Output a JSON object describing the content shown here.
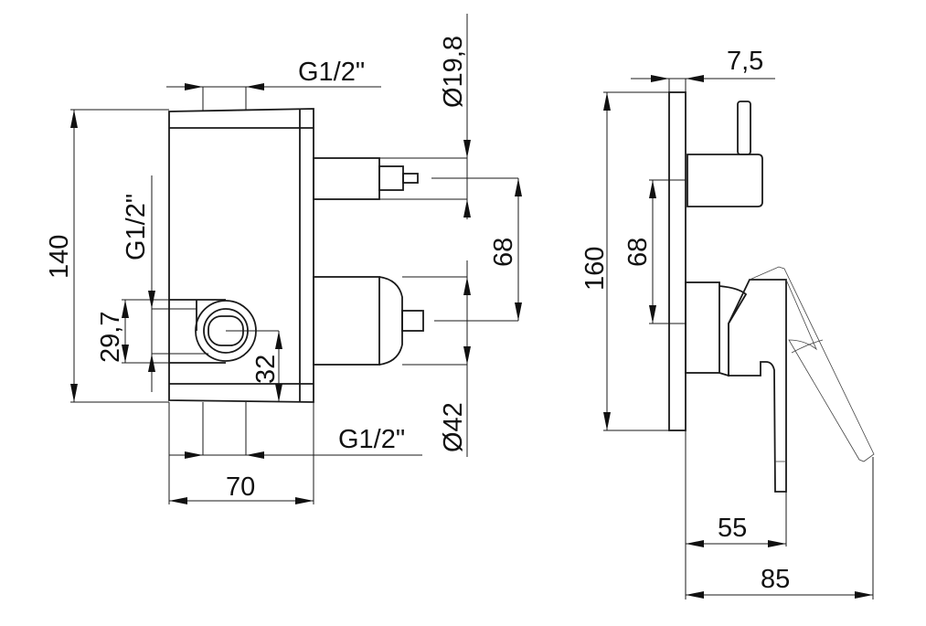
{
  "front_view": {
    "top_thread": "G1/2\"",
    "bottom_thread": "G1/2\"",
    "side_thread": "G1/2\"",
    "upper_diameter": "Ø19,8",
    "lower_diameter": "Ø42",
    "height": "140",
    "width": "70",
    "outlet_spacing": "68",
    "port_height": "29,7",
    "port_offset": "32"
  },
  "side_view": {
    "plate_thickness": "7,5",
    "plate_height": "160",
    "spacing": "68",
    "handle_depth": "55",
    "total_depth": "85"
  }
}
